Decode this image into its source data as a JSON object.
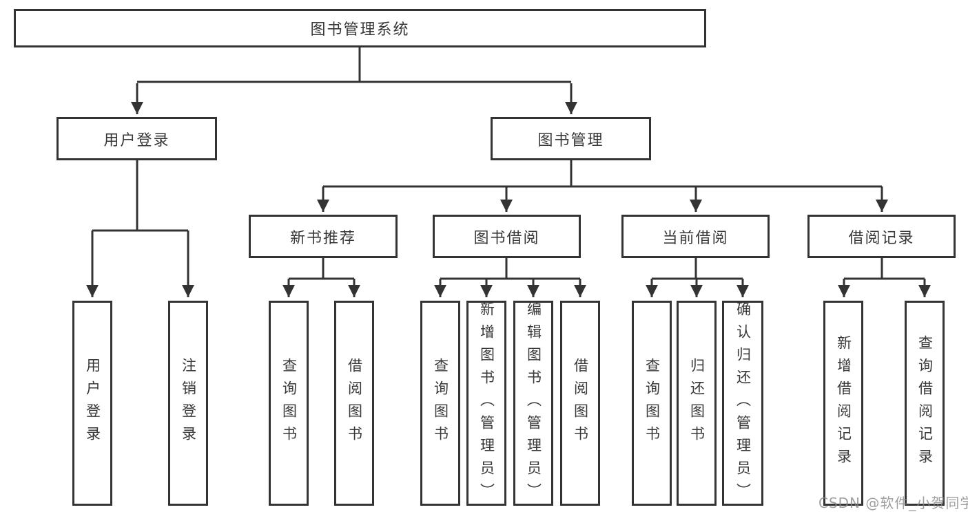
{
  "diagram_title": "图书管理系统",
  "nodes": {
    "root": {
      "label": "图书管理系统"
    },
    "level2": [
      {
        "label": "用户登录",
        "parent": "图书管理系统"
      },
      {
        "label": "图书管理",
        "parent": "图书管理系统"
      }
    ],
    "level3": [
      {
        "label": "新书推荐",
        "parent": "图书管理"
      },
      {
        "label": "图书借阅",
        "parent": "图书管理"
      },
      {
        "label": "当前借阅",
        "parent": "图书管理"
      },
      {
        "label": "借阅记录",
        "parent": "图书管理"
      }
    ],
    "leaves": [
      {
        "label": "用户登录",
        "parent": "用户登录"
      },
      {
        "label": "注销登录",
        "parent": "用户登录"
      },
      {
        "label": "查询图书",
        "parent": "新书推荐"
      },
      {
        "label": "借阅图书",
        "parent": "新书推荐"
      },
      {
        "label": "查询图书",
        "parent": "图书借阅"
      },
      {
        "label": "新增图书（管理员）",
        "parent": "图书借阅"
      },
      {
        "label": "编辑图书（管理员）",
        "parent": "图书借阅"
      },
      {
        "label": "借阅图书",
        "parent": "图书借阅"
      },
      {
        "label": "查询图书",
        "parent": "当前借阅"
      },
      {
        "label": "归还图书",
        "parent": "当前借阅"
      },
      {
        "label": "确认归还（管理员）",
        "parent": "当前借阅"
      },
      {
        "label": "新增借阅记录",
        "parent": "借阅记录"
      },
      {
        "label": "查询借阅记录",
        "parent": "借阅记录"
      }
    ]
  },
  "watermark": {
    "text": "CSDN @软件_小贺同学"
  },
  "colors": {
    "line": "#333333",
    "text": "#383838",
    "watermark": "#878787",
    "background": "#ffffff"
  }
}
